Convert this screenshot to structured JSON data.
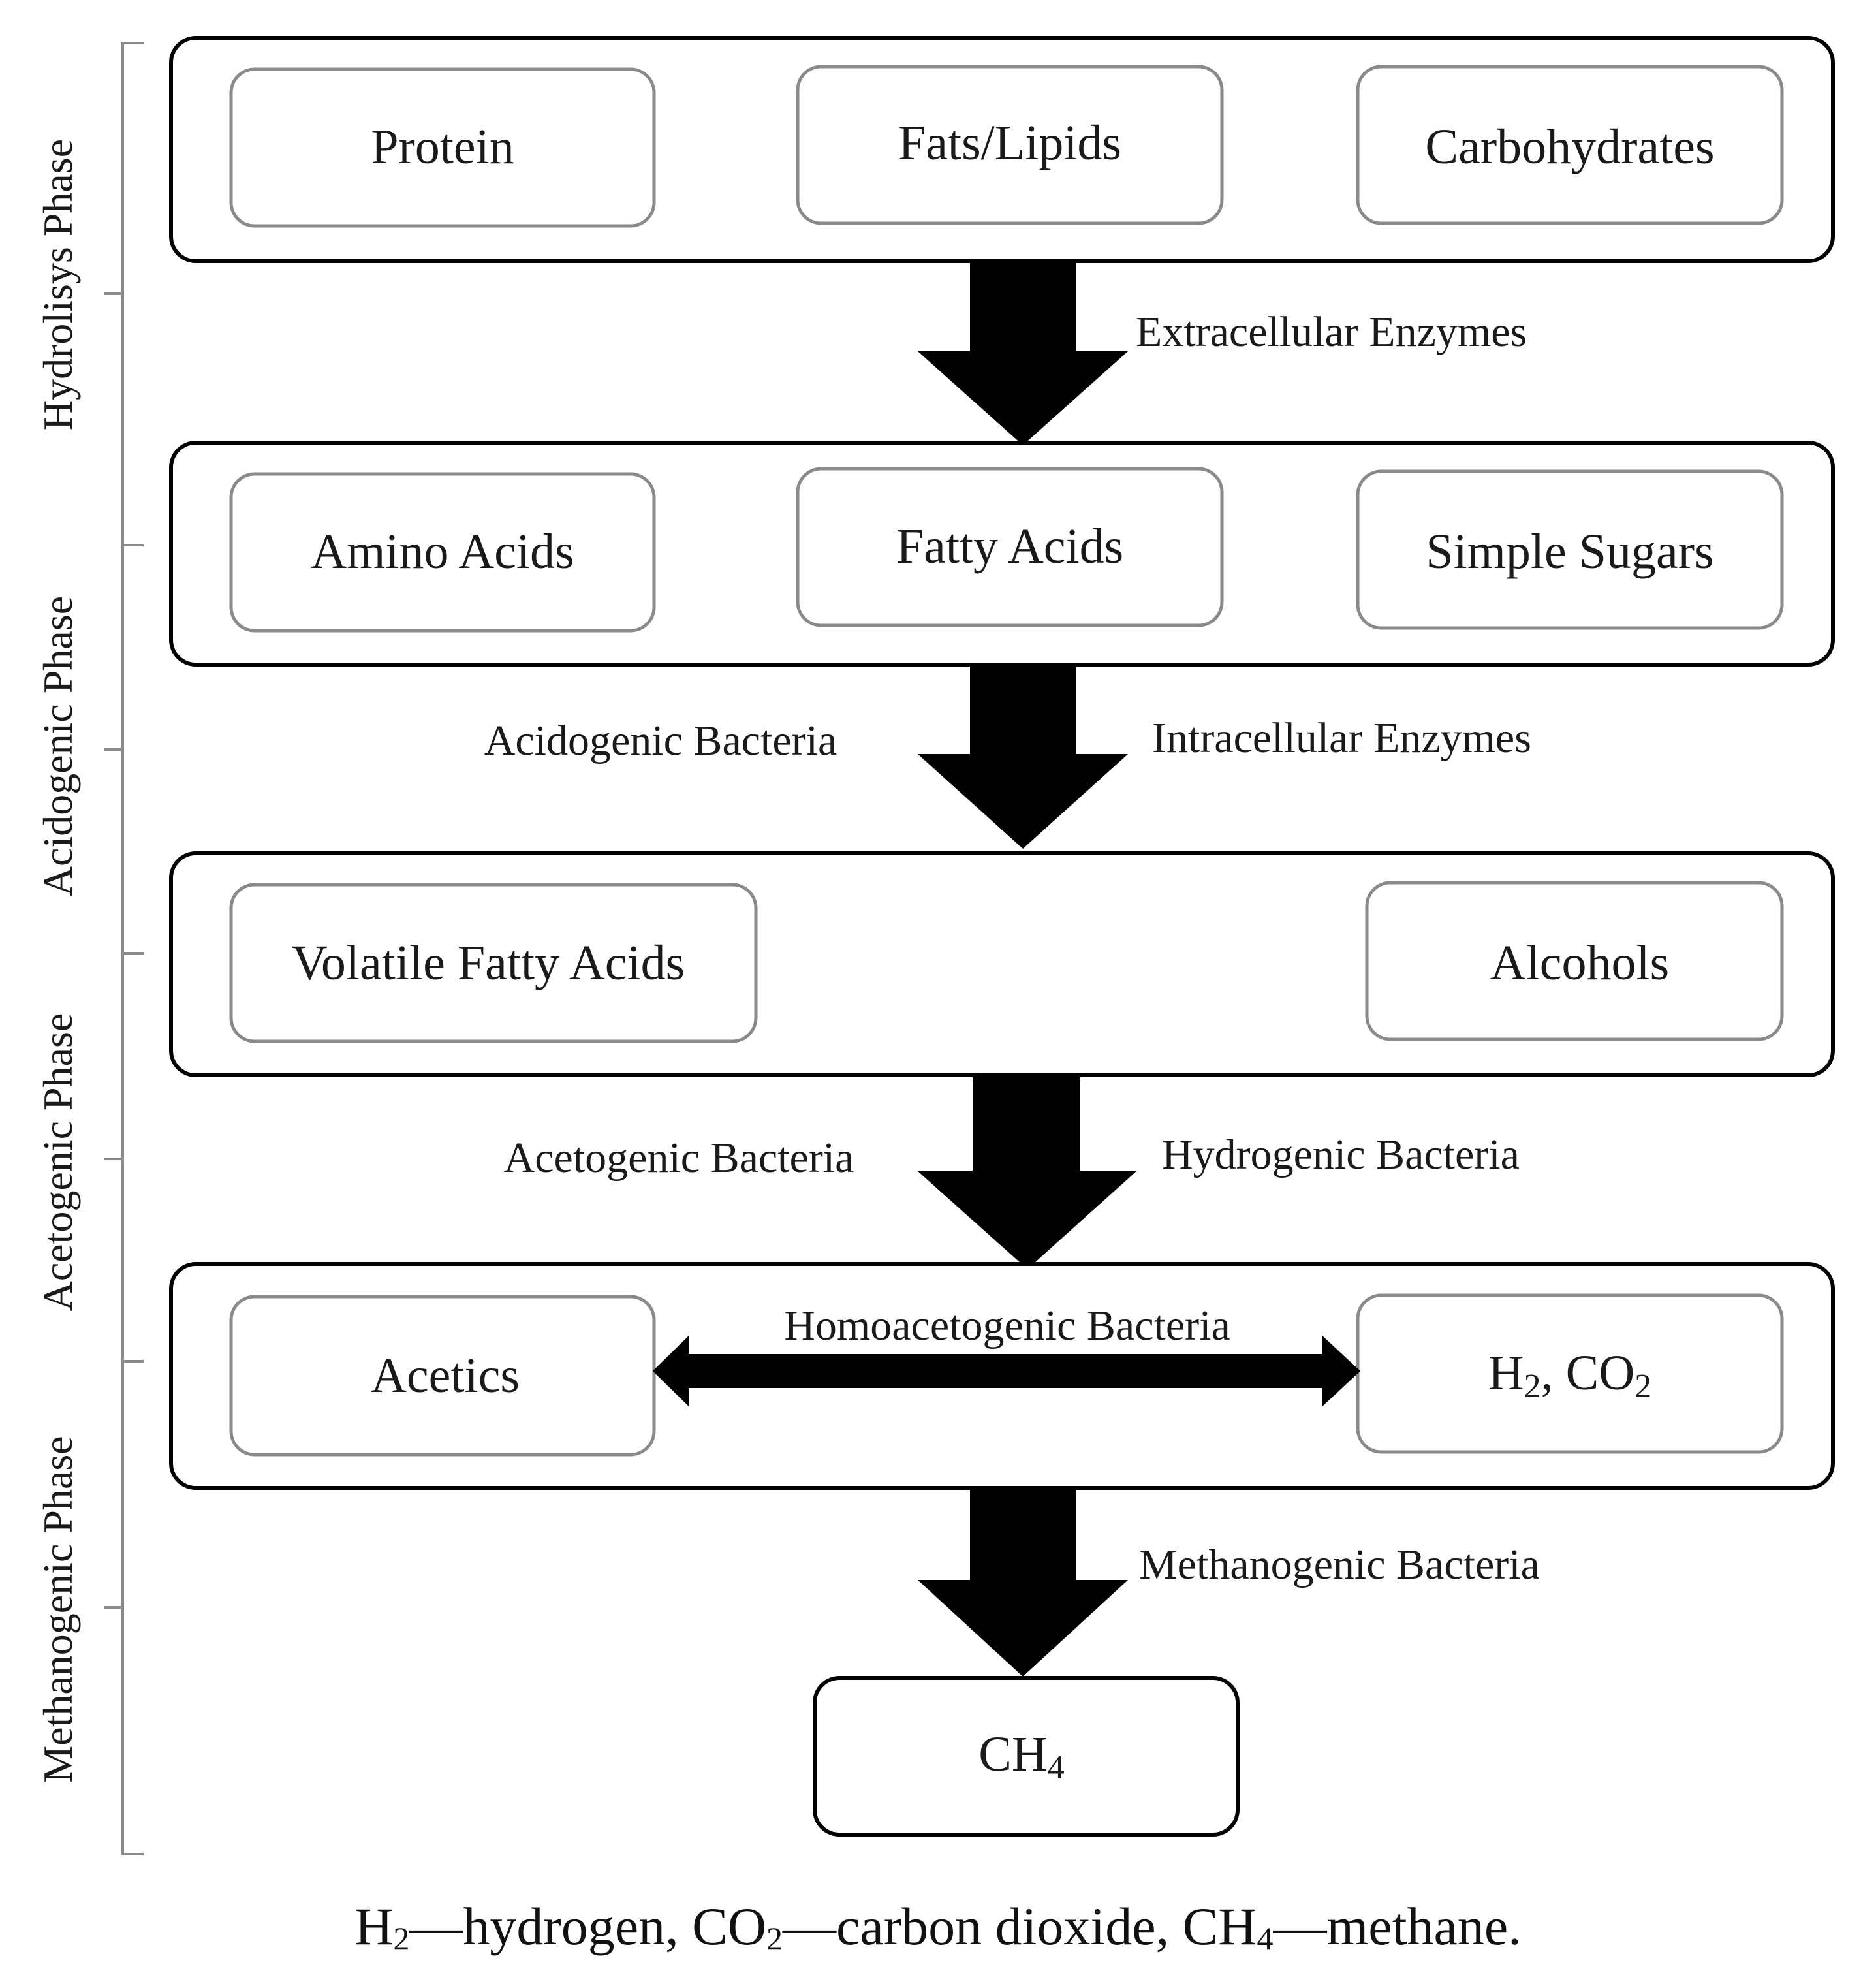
{
  "phases": {
    "hydrolysis": "Hydrolisys Phase",
    "acidogenic": "Acidogenic Phase",
    "acetogenic": "Acetogenic Phase",
    "methanogenic": "Methanogenic Phase"
  },
  "stage1": {
    "protein": "Protein",
    "fats": "Fats/Lipids",
    "carbs": "Carbohydrates"
  },
  "arrow1": {
    "right": "Extracellular Enzymes"
  },
  "stage2": {
    "amino": "Amino Acids",
    "fatty": "Fatty Acids",
    "sugars": "Simple Sugars"
  },
  "arrow2": {
    "left": "Acidogenic Bacteria",
    "right": "Intracellular Enzymes"
  },
  "stage3": {
    "vfa": "Volatile Fatty Acids",
    "alcohols": "Alcohols"
  },
  "arrow3": {
    "left": "Acetogenic Bacteria",
    "right": "Hydrogenic Bacteria"
  },
  "stage4": {
    "acetics": "Acetics",
    "h2co2_base": "H",
    "h2co2_sub1": "2",
    "h2co2_mid": ", CO",
    "h2co2_sub2": "2",
    "homo": "Homoacetogenic Bacteria"
  },
  "arrow4": {
    "right": "Methanogenic Bacteria"
  },
  "final": {
    "base": "CH",
    "sub": "4"
  },
  "caption": {
    "h2": "H",
    "h2_sub": "2",
    "h2_desc": "—hydrogen, CO",
    "co2_sub": "2",
    "co2_desc": "—carbon dioxide, CH",
    "ch4_sub": "4",
    "ch4_desc": "—methane."
  }
}
